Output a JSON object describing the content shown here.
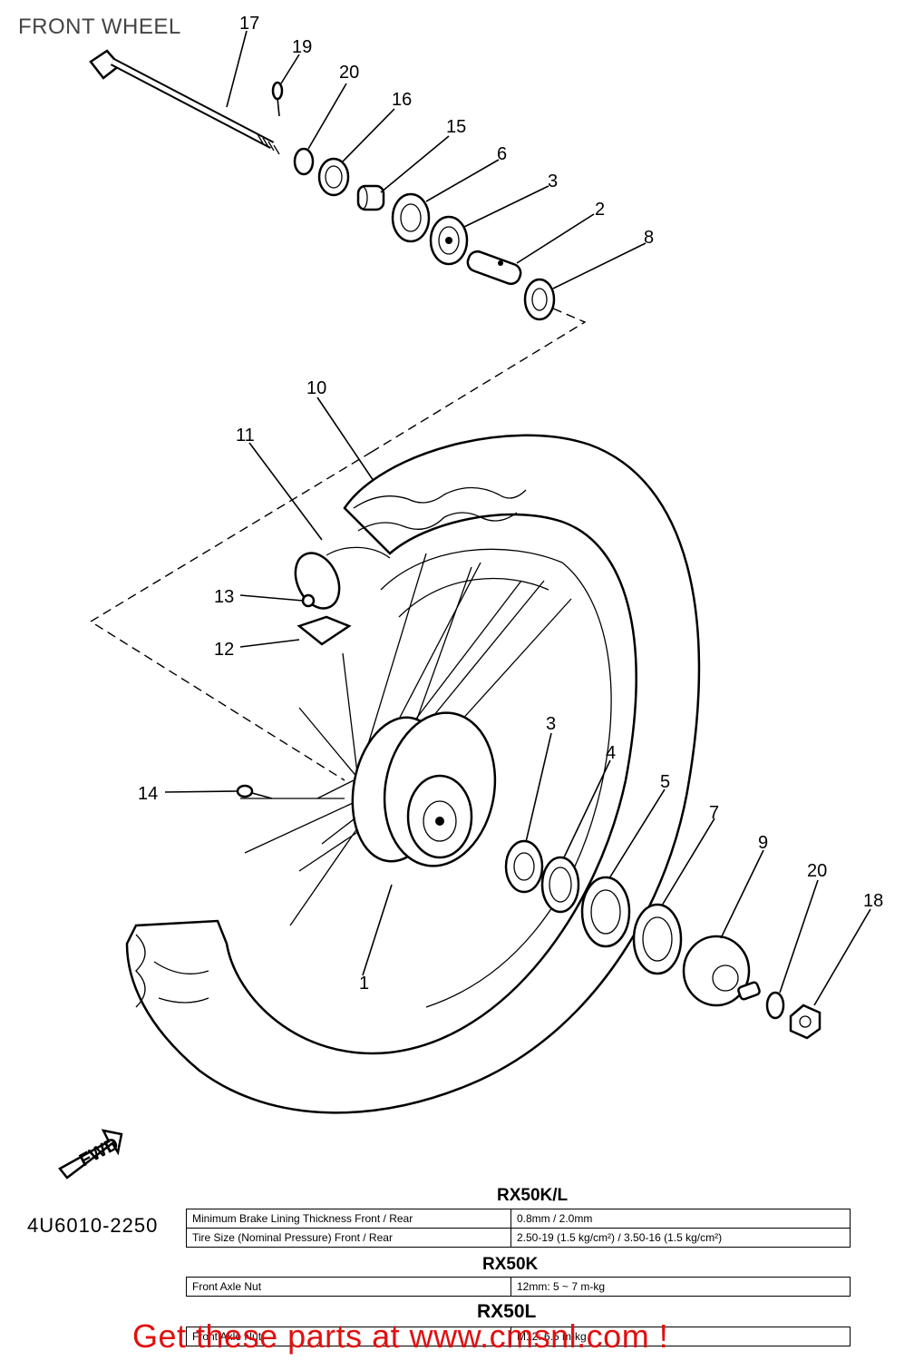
{
  "title": "FRONT WHEEL",
  "drawing_number": "4U6010-2250",
  "callouts": [
    {
      "id": "c17",
      "label": "17"
    },
    {
      "id": "c19",
      "label": "19"
    },
    {
      "id": "c20a",
      "label": "20"
    },
    {
      "id": "c16",
      "label": "16"
    },
    {
      "id": "c15",
      "label": "15"
    },
    {
      "id": "c6",
      "label": "6"
    },
    {
      "id": "c3a",
      "label": "3"
    },
    {
      "id": "c2",
      "label": "2"
    },
    {
      "id": "c8",
      "label": "8"
    },
    {
      "id": "c10",
      "label": "10"
    },
    {
      "id": "c11",
      "label": "11"
    },
    {
      "id": "c13",
      "label": "13"
    },
    {
      "id": "c12",
      "label": "12"
    },
    {
      "id": "c14",
      "label": "14"
    },
    {
      "id": "c1",
      "label": "1"
    },
    {
      "id": "c3b",
      "label": "3"
    },
    {
      "id": "c4",
      "label": "4"
    },
    {
      "id": "c5",
      "label": "5"
    },
    {
      "id": "c7",
      "label": "7"
    },
    {
      "id": "c9",
      "label": "9"
    },
    {
      "id": "c20b",
      "label": "20"
    },
    {
      "id": "c18",
      "label": "18"
    }
  ],
  "fwd_label": "FWD",
  "specs": {
    "rx50kl": {
      "model": "RX50K/L",
      "rows": [
        {
          "label": "Minimum Brake Lining Thickness   Front / Rear",
          "value": "0.8mm / 2.0mm"
        },
        {
          "label": "Tire Size (Nominal Pressure)   Front / Rear",
          "value": "2.50-19 (1.5 kg/cm²) / 3.50-16 (1.5 kg/cm²)"
        }
      ]
    },
    "rx50k": {
      "model": "RX50K",
      "rows": [
        {
          "label": "Front Axle Nut",
          "value": "12mm: 5 ~ 7 m-kg"
        }
      ]
    },
    "rx50l": {
      "model": "RX50L",
      "rows": [
        {
          "label": "Front Axle Nut",
          "value": "M12: 6.5 m-kg"
        }
      ]
    }
  },
  "banner": "Get these parts at www.cmsnl.com !"
}
